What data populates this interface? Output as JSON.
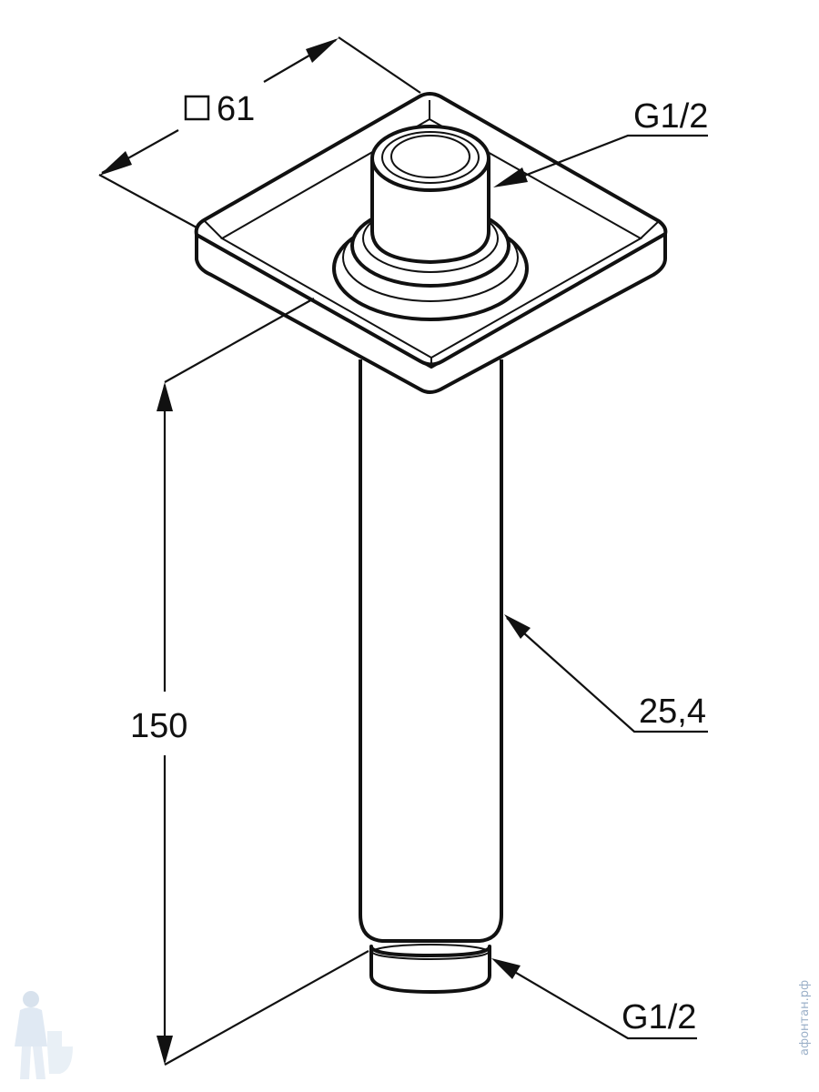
{
  "dimensions": {
    "flange_size": "61",
    "top_thread": "G1/2",
    "length": "150",
    "tube_diameter": "25,4",
    "bottom_thread": "G1/2"
  },
  "watermark": {
    "text": "афонтан.рф"
  },
  "colors": {
    "line": "#111111",
    "background": "#ffffff",
    "watermark": "#9bb0c8"
  }
}
